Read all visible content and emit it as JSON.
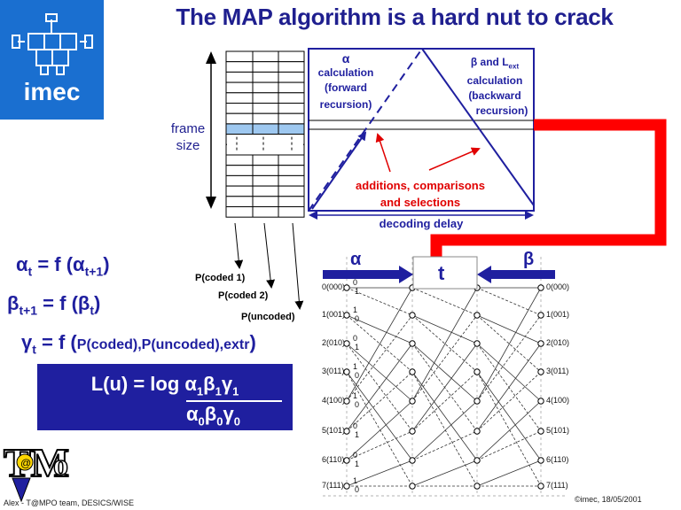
{
  "title": "The MAP algorithm is a hard nut to crack",
  "logo": {
    "text": "imec"
  },
  "memory": {
    "frame_label_line1": "frame",
    "frame_label_line2": "size"
  },
  "timing": {
    "alpha_label_symbol": "α",
    "alpha_label_lines": [
      "calculation",
      "(forward",
      "recursion)"
    ],
    "beta_label_prefix": "β and L",
    "beta_label_sub": "ext",
    "beta_label_lines": [
      "calculation",
      "(backward",
      "recursion)"
    ],
    "ops_line1": "additions, comparisons",
    "ops_line2": "and selections",
    "delay_label": "decoding delay"
  },
  "inputs": {
    "coded1": "P(coded 1)",
    "coded2": "P(coded 2)",
    "uncoded": "P(uncoded)"
  },
  "equations": {
    "alpha": {
      "sym": "α",
      "sub": "t",
      "eq": " = f (",
      "arg_sym": "α",
      "arg_sub": "t+1",
      "close": ")"
    },
    "beta": {
      "sym": "β",
      "sub": "t+1",
      "eq": " = f (",
      "arg_sym": "β",
      "arg_sub": "t",
      "close": ")"
    },
    "gamma": {
      "sym": "γ",
      "sub": "t",
      "eq": " = f (",
      "args": "P(coded),P(uncoded),extr",
      "close": ")"
    }
  },
  "lu": {
    "lhs": "L(u) = log ",
    "num": [
      {
        "s": "α",
        "i": "1"
      },
      {
        "s": "β",
        "i": "1"
      },
      {
        "s": "γ",
        "i": "1"
      }
    ],
    "den": [
      {
        "s": "α",
        "i": "0"
      },
      {
        "s": "β",
        "i": "0"
      },
      {
        "s": "γ",
        "i": "0"
      }
    ]
  },
  "trellis": {
    "alpha_symbol": "α",
    "beta_symbol": "β",
    "t_label": "t",
    "states_left": [
      "0(000)",
      "1(001)",
      "2(010)",
      "3(011)",
      "4(100)",
      "5(101)",
      "6(110)",
      "7(111)"
    ],
    "states_right": [
      "0(000)",
      "1(001)",
      "2(010)",
      "3(011)",
      "4(100)",
      "5(101)",
      "6(110)",
      "7(111)"
    ],
    "branch_bits": [
      "0",
      "1",
      "1",
      "0",
      "0",
      "1",
      "1",
      "0",
      "1",
      "0",
      "0",
      "1",
      "0",
      "1",
      "1",
      "0"
    ]
  },
  "footer": {
    "left": "Alex - T@MPO team, DESICS/WISE",
    "right": "©imec, 18/05/2001",
    "tempo_logo": "T@MPO"
  },
  "colors": {
    "title": "#1f1f8f",
    "blue": "#1f1f9f",
    "red": "#e00000",
    "logo_bg": "#1a6fd0",
    "highlight": "#9ec8f0"
  }
}
